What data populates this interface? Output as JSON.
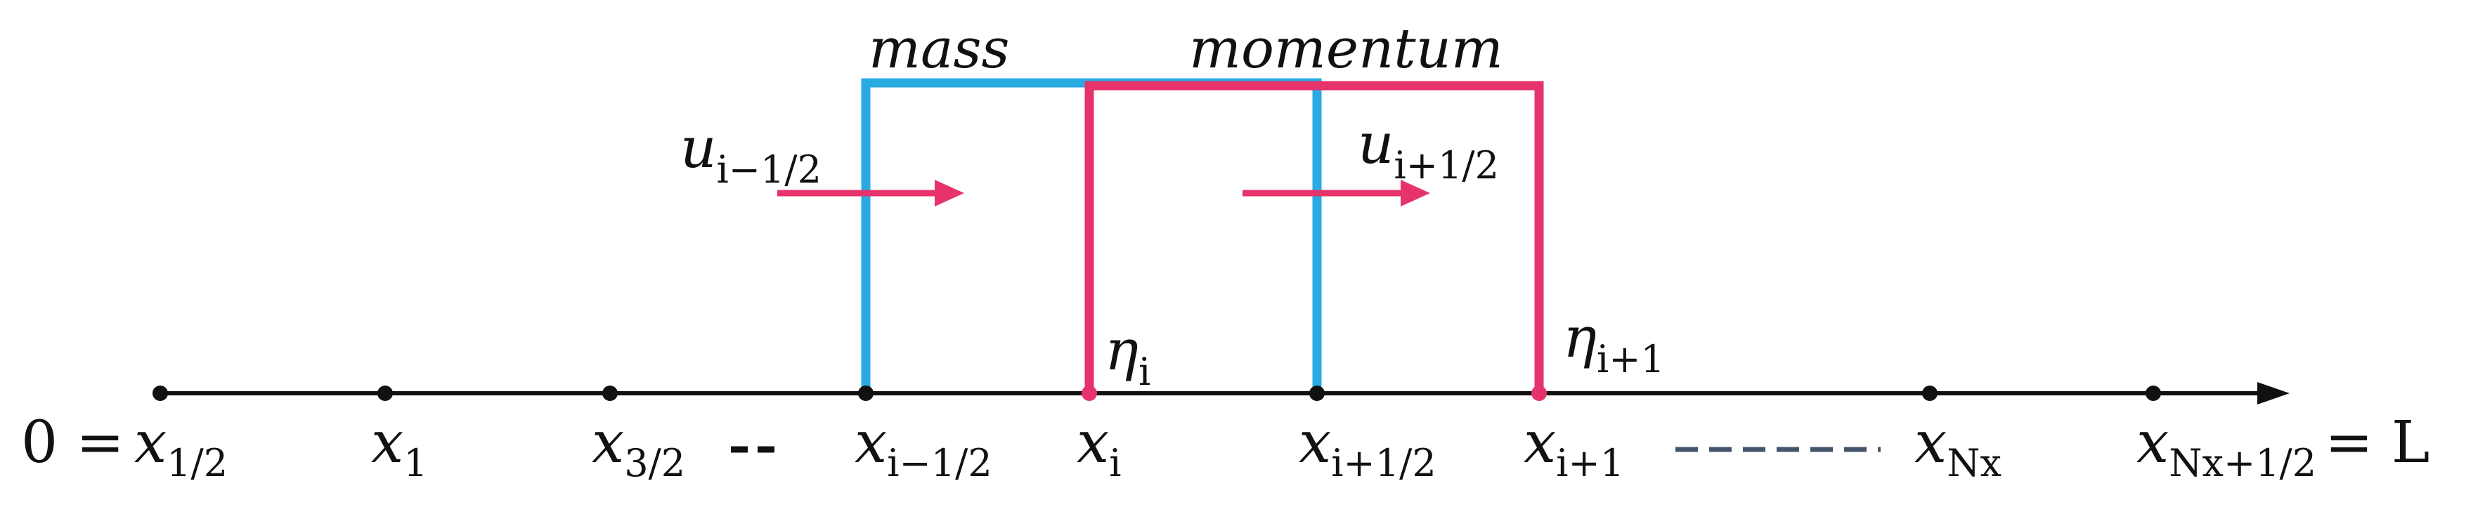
{
  "colors": {
    "mass": "#29abe2",
    "momentum": "#e6336b",
    "axis": "#111111",
    "dash_dark": "#111111",
    "dash_grey": "#44546a"
  },
  "box_labels": {
    "mass": "mass",
    "momentum": "momentum"
  },
  "velocity_labels": {
    "left": {
      "base": "u",
      "sub": "i−1/2"
    },
    "right": {
      "base": "u",
      "sub": "i+1/2"
    }
  },
  "eta_labels": {
    "left": {
      "base": "η",
      "sub": "i"
    },
    "right": {
      "base": "η",
      "sub": "i+1"
    }
  },
  "axis_labels": {
    "start_prefix": "0 =",
    "end_suffix": "= L",
    "points": [
      {
        "base": "x",
        "sub": "1/2"
      },
      {
        "base": "x",
        "sub": "1"
      },
      {
        "base": "x",
        "sub": "3/2"
      },
      {
        "base": "x",
        "sub": "i−1/2"
      },
      {
        "base": "x",
        "sub": "i"
      },
      {
        "base": "x",
        "sub": "i+1/2"
      },
      {
        "base": "x",
        "sub": "i+1"
      },
      {
        "base": "x",
        "sub": "Nx"
      },
      {
        "base": "x",
        "sub": "Nx+1/2"
      }
    ]
  }
}
